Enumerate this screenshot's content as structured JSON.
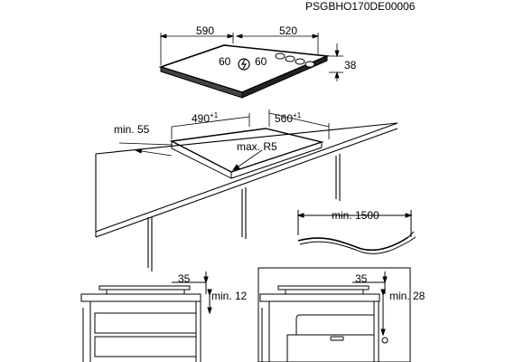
{
  "document_code": "PSGBHO170DE00006",
  "dimensions": {
    "hob_width": "590",
    "hob_depth": "520",
    "hob_height": "38",
    "cutout_width": "490",
    "cutout_width_tol": "+1",
    "cutout_depth": "560",
    "cutout_depth_tol": "+1",
    "edge_clearance": "min. 55",
    "corner_radius": "max. R5",
    "cable_length": "min. 1500",
    "burner_left": "60",
    "burner_right": "60",
    "detail_left_top": "35",
    "detail_left_gap": "min. 12",
    "detail_right_top": "35",
    "detail_right_gap": "min. 28"
  },
  "icons": {
    "power_symbol": "power-symbol-icon"
  }
}
